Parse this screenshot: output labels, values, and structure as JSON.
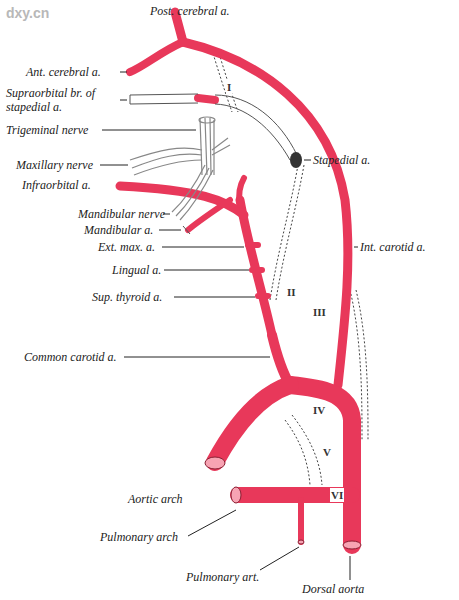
{
  "diagram": {
    "labels": [
      "dxy.cn",
      "Post. cerebral a.",
      "Ant. cerebral a.",
      "Supraorbital br. of stapedial a.",
      "Trigeminal nerve",
      "Maxillary nerve",
      "Infraorbital a.",
      "Mandibular nerve",
      "Mandibular a.",
      "Ext. max. a.",
      "Lingual a.",
      "Sup. thyroid a.",
      "Common carotid a.",
      "Stapedial a.",
      "Int. carotid a.",
      "Aortic arch",
      "Pulmonary arch",
      "Pulmonary art.",
      "Dorsal aorta",
      "I",
      "II",
      "III",
      "IV",
      "V",
      "VI"
    ]
  }
}
